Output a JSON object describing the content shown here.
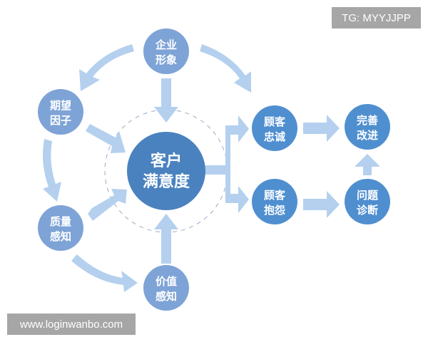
{
  "colors": {
    "center_fill": "#4a82bf",
    "factor_fill": "#7ea3d6",
    "outcome_fill": "#4f8fd0",
    "arrow_fill": "#b4d0ee",
    "dashed_ring": "#9aa8c4",
    "badge_bg": "#a6a6a6",
    "badge_text": "#ffffff"
  },
  "center": {
    "line1": "客户",
    "line2": "满意度"
  },
  "nodes": {
    "corporate_image": {
      "line1": "企业",
      "line2": "形象"
    },
    "expectation": {
      "line1": "期望",
      "line2": "因子"
    },
    "perceived_quality": {
      "line1": "质量",
      "line2": "感知"
    },
    "perceived_value": {
      "line1": "价值",
      "line2": "感知"
    },
    "customer_loyalty": {
      "line1": "顾客",
      "line2": "忠诚"
    },
    "customer_complaint": {
      "line1": "顾客",
      "line2": "抱怨"
    },
    "improvement": {
      "line1": "完善",
      "line2": "改进"
    },
    "problem_diagnosis": {
      "line1": "问题",
      "line2": "诊断"
    }
  },
  "edges": [
    {
      "from": "企业形象",
      "to": "期望因子"
    },
    {
      "from": "企业形象",
      "to": "客户满意度"
    },
    {
      "from": "企业形象",
      "to": "顾客忠诚"
    },
    {
      "from": "期望因子",
      "to": "客户满意度"
    },
    {
      "from": "期望因子",
      "to": "质量感知"
    },
    {
      "from": "质量感知",
      "to": "客户满意度"
    },
    {
      "from": "质量感知",
      "to": "价值感知"
    },
    {
      "from": "价值感知",
      "to": "客户满意度"
    },
    {
      "from": "客户满意度",
      "to": "顾客忠诚"
    },
    {
      "from": "客户满意度",
      "to": "顾客抱怨"
    },
    {
      "from": "顾客忠诚",
      "to": "完善改进"
    },
    {
      "from": "顾客抱怨",
      "to": "问题诊断"
    },
    {
      "from": "问题诊断",
      "to": "完善改进"
    }
  ],
  "watermarks": {
    "top_right": "TG: MYYJJPP",
    "bottom_left": "www.loginwanbo.com"
  }
}
